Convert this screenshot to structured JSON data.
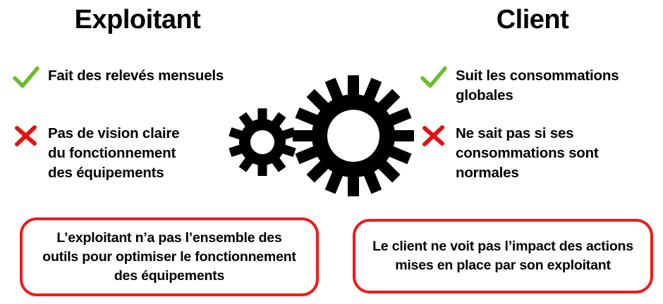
{
  "colors": {
    "check_green": "#6CBE2B",
    "cross_red": "#E21212",
    "callout_border_red": "#ED1C1C",
    "text_black": "#000000",
    "background": "#FFFFFF"
  },
  "columns": {
    "left": {
      "title": "Exploitant",
      "bullets": [
        {
          "mark": "check",
          "text": "Fait des relevés mensuels"
        },
        {
          "mark": "cross",
          "text": "Pas de vision claire\ndu fonctionnement\ndes équipements"
        }
      ],
      "callout": "L’exploitant n’a pas l’ensemble des\noutils pour optimiser le fonctionnement\ndes équipements"
    },
    "right": {
      "title": "Client",
      "bullets": [
        {
          "mark": "check",
          "text": "Suit les consommations\nglobales"
        },
        {
          "mark": "cross",
          "text": "Ne sait pas si ses\nconsommations sont\nnormales"
        }
      ],
      "callout": "Le client ne voit pas l’impact des actions\nmises en place par son exploitant"
    }
  },
  "center_graphic": {
    "icon": "gears-icon",
    "gears": [
      {
        "name": "small-gear",
        "teeth": 10
      },
      {
        "name": "large-gear",
        "teeth": 16
      }
    ]
  }
}
